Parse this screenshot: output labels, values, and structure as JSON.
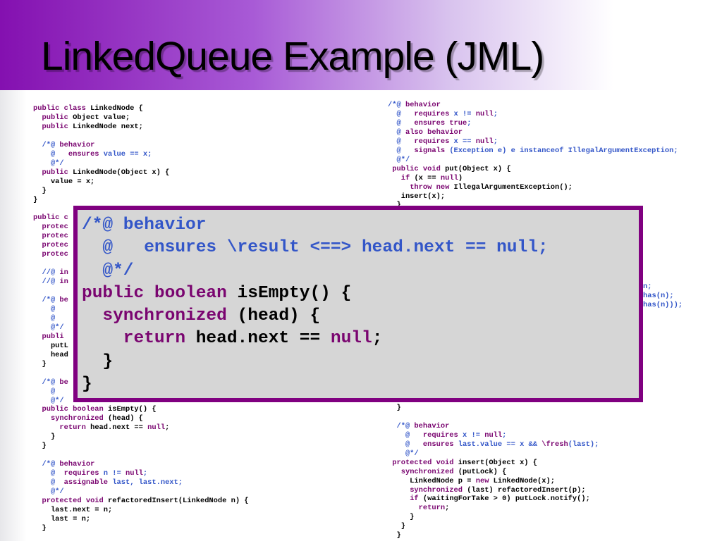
{
  "slide": {
    "title": "LinkedQueue Example (JML)"
  },
  "left_code": [
    [
      [
        "k",
        "public class "
      ],
      [
        "",
        "LinkedNode {"
      ]
    ],
    [
      [
        "",
        "  "
      ],
      [
        "k",
        "public "
      ],
      [
        "",
        "Object value;"
      ]
    ],
    [
      [
        "",
        "  "
      ],
      [
        "k",
        "public "
      ],
      [
        "",
        "LinkedNode next;"
      ]
    ],
    [
      [
        "",
        ""
      ]
    ],
    [
      [
        "c",
        "  /*@ "
      ],
      [
        "k",
        "behavior"
      ]
    ],
    [
      [
        "c",
        "    @   "
      ],
      [
        "k",
        "ensures "
      ],
      [
        "c",
        "value == x;"
      ]
    ],
    [
      [
        "c",
        "    @*/"
      ]
    ],
    [
      [
        "",
        "  "
      ],
      [
        "k",
        "public "
      ],
      [
        "",
        "LinkedNode(Object x) {"
      ]
    ],
    [
      [
        "",
        "    value = x;"
      ]
    ],
    [
      [
        "",
        "  }"
      ]
    ],
    [
      [
        "",
        "}"
      ]
    ],
    [
      [
        "",
        ""
      ]
    ],
    [
      [
        "k",
        "public c"
      ]
    ],
    [
      [
        "k",
        "  protec"
      ]
    ],
    [
      [
        "k",
        "  protec"
      ]
    ],
    [
      [
        "k",
        "  protec"
      ]
    ],
    [
      [
        "k",
        "  protec"
      ]
    ],
    [
      [
        "",
        ""
      ]
    ],
    [
      [
        "c",
        "  //@ "
      ],
      [
        "k",
        "in"
      ]
    ],
    [
      [
        "c",
        "  //@ "
      ],
      [
        "k",
        "in"
      ]
    ],
    [
      [
        "",
        ""
      ]
    ],
    [
      [
        "c",
        "  /*@ "
      ],
      [
        "k",
        "be"
      ]
    ],
    [
      [
        "c",
        "    @"
      ]
    ],
    [
      [
        "c",
        "    @"
      ]
    ],
    [
      [
        "c",
        "    @*/"
      ]
    ],
    [
      [
        "k",
        "  publi"
      ]
    ],
    [
      [
        "",
        "    putL"
      ]
    ],
    [
      [
        "",
        "    head"
      ]
    ],
    [
      [
        "",
        "  }"
      ]
    ],
    [
      [
        "",
        ""
      ]
    ],
    [
      [
        "c",
        "  /*@ "
      ],
      [
        "k",
        "be"
      ]
    ],
    [
      [
        "c",
        "    @"
      ]
    ],
    [
      [
        "c",
        "    @*/"
      ]
    ],
    [
      [
        "",
        "  "
      ],
      [
        "k",
        "public boolean "
      ],
      [
        "",
        "isEmpty() {"
      ]
    ],
    [
      [
        "",
        "    "
      ],
      [
        "k",
        "synchronized "
      ],
      [
        "",
        "(head) {"
      ]
    ],
    [
      [
        "",
        "      "
      ],
      [
        "k",
        "return "
      ],
      [
        "",
        "head.next == "
      ],
      [
        "k",
        "null"
      ],
      [
        "",
        ";"
      ]
    ],
    [
      [
        "",
        "    }"
      ]
    ],
    [
      [
        "",
        "  }"
      ]
    ],
    [
      [
        "",
        ""
      ]
    ],
    [
      [
        "c",
        "  /*@ "
      ],
      [
        "k",
        "behavior"
      ]
    ],
    [
      [
        "c",
        "    @  "
      ],
      [
        "k",
        "requires "
      ],
      [
        "c",
        "n != "
      ],
      [
        "k",
        "null"
      ],
      [
        "c",
        ";"
      ]
    ],
    [
      [
        "c",
        "    @  "
      ],
      [
        "k",
        "assignable "
      ],
      [
        "c",
        "last, last.next;"
      ]
    ],
    [
      [
        "c",
        "    @*/"
      ]
    ],
    [
      [
        "",
        "  "
      ],
      [
        "k",
        "protected void "
      ],
      [
        "",
        "refactoredInsert(LinkedNode n) {"
      ]
    ],
    [
      [
        "",
        "    last.next = n;"
      ]
    ],
    [
      [
        "",
        "    last = n;"
      ]
    ],
    [
      [
        "",
        "  }"
      ]
    ]
  ],
  "right_code_top": [
    [
      [
        "c",
        "/*@ "
      ],
      [
        "k",
        "behavior"
      ]
    ],
    [
      [
        "c",
        "  @   "
      ],
      [
        "k",
        "requires "
      ],
      [
        "c",
        "x != "
      ],
      [
        "k",
        "null"
      ],
      [
        "c",
        ";"
      ]
    ],
    [
      [
        "c",
        "  @   "
      ],
      [
        "k",
        "ensures true"
      ],
      [
        "c",
        ";"
      ]
    ],
    [
      [
        "c",
        "  @ "
      ],
      [
        "k",
        "also behavior"
      ]
    ],
    [
      [
        "c",
        "  @   "
      ],
      [
        "k",
        "requires "
      ],
      [
        "c",
        "x == "
      ],
      [
        "k",
        "null"
      ],
      [
        "c",
        ";"
      ]
    ],
    [
      [
        "c",
        "  @   "
      ],
      [
        "k",
        "signals "
      ],
      [
        "c",
        "(Exception e) e instanceof IllegalArgumentException;"
      ]
    ],
    [
      [
        "c",
        "  @*/"
      ]
    ],
    [
      [
        "k",
        " public void "
      ],
      [
        "",
        "put(Object x) {"
      ]
    ],
    [
      [
        "",
        "   "
      ],
      [
        "k",
        "if "
      ],
      [
        "",
        "(x == "
      ],
      [
        "k",
        "null"
      ],
      [
        "",
        ")"
      ]
    ],
    [
      [
        "",
        "     "
      ],
      [
        "k",
        "throw new "
      ],
      [
        "",
        "IllegalArgumentException();"
      ]
    ],
    [
      [
        "",
        "   insert(x);"
      ]
    ],
    [
      [
        "",
        "  }"
      ]
    ]
  ],
  "right_fragments": [
    [
      [
        "c",
        "n;"
      ]
    ],
    [
      [
        "c",
        "has(n);"
      ]
    ],
    [
      [
        "c",
        "has(n)));"
      ]
    ]
  ],
  "right_code_bottom": [
    [
      [
        "",
        ""
      ]
    ],
    [
      [
        "",
        "  }"
      ]
    ],
    [
      [
        "",
        ""
      ]
    ],
    [
      [
        "c",
        "  /*@ "
      ],
      [
        "k",
        "behavior"
      ]
    ],
    [
      [
        "c",
        "    @   "
      ],
      [
        "k",
        "requires "
      ],
      [
        "c",
        "x != "
      ],
      [
        "k",
        "null"
      ],
      [
        "c",
        ";"
      ]
    ],
    [
      [
        "c",
        "    @   "
      ],
      [
        "k",
        "ensures "
      ],
      [
        "c",
        "last.value == x && "
      ],
      [
        "k",
        "\\fresh"
      ],
      [
        "c",
        "(last);"
      ]
    ],
    [
      [
        "c",
        "    @*/"
      ]
    ],
    [
      [
        "k",
        " protected void "
      ],
      [
        "",
        "insert(Object x) {"
      ]
    ],
    [
      [
        "",
        "   "
      ],
      [
        "k",
        "synchronized "
      ],
      [
        "",
        "(putLock) {"
      ]
    ],
    [
      [
        "",
        "     LinkedNode p = "
      ],
      [
        "k",
        "new "
      ],
      [
        "",
        "LinkedNode(x);"
      ]
    ],
    [
      [
        "",
        "     "
      ],
      [
        "k",
        "synchronized "
      ],
      [
        "",
        "(last) refactoredInsert(p);"
      ]
    ],
    [
      [
        "",
        "     "
      ],
      [
        "k",
        "if "
      ],
      [
        "",
        "(waitingForTake > 0) putLock.notify();"
      ]
    ],
    [
      [
        "",
        "       "
      ],
      [
        "k",
        "return"
      ],
      [
        "",
        ";"
      ]
    ],
    [
      [
        "",
        "     }"
      ]
    ],
    [
      [
        "",
        "   }"
      ]
    ],
    [
      [
        "",
        "  }"
      ]
    ]
  ],
  "overlay_code": [
    [
      [
        "c",
        "/*@ behavior"
      ]
    ],
    [
      [
        "c",
        "  @   ensures \\result <==> head.next == null;"
      ]
    ],
    [
      [
        "c",
        "  @*/"
      ]
    ],
    [
      [
        "k",
        "public boolean "
      ],
      [
        "",
        "isEmpty() {"
      ]
    ],
    [
      [
        "k",
        "  synchronized "
      ],
      [
        "",
        "(head) {"
      ]
    ],
    [
      [
        "k",
        "    return "
      ],
      [
        "",
        "head.next == "
      ],
      [
        "k",
        "null"
      ],
      [
        "",
        ";"
      ]
    ],
    [
      [
        "",
        "  }"
      ]
    ],
    [
      [
        "",
        "}"
      ]
    ]
  ],
  "colors": {
    "keyword": "#7a0570",
    "comment": "#3356c8",
    "overlay_border": "#800080",
    "overlay_bg": "#d6d6d6"
  }
}
